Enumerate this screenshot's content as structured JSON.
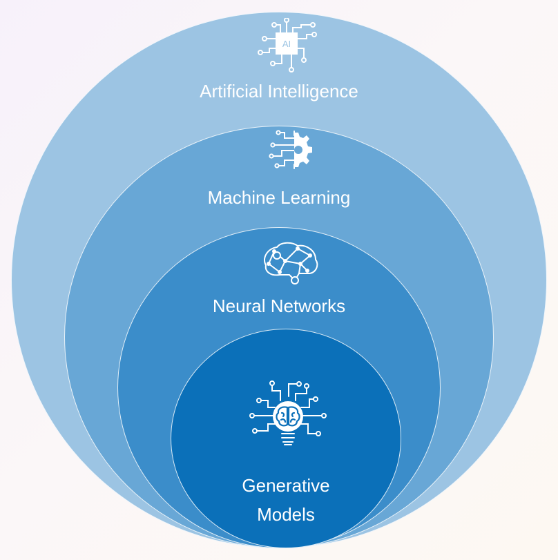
{
  "colors": {
    "layer1": "#9cc4e3",
    "layer2": "#68a7d6",
    "layer3": "#3b8dca",
    "layer4": "#0b70b9",
    "outline": "#ffffff",
    "text": "#ffffff"
  },
  "layers": [
    {
      "label": "Artificial Intelligence",
      "icon": "ai-chip-icon",
      "icon_text": "AI"
    },
    {
      "label": "Machine Learning",
      "icon": "gear-circuit-icon"
    },
    {
      "label": "Neural Networks",
      "icon": "brain-network-icon"
    },
    {
      "label_line1": "Generative",
      "label_line2": "Models",
      "icon": "brain-lightbulb-circuit-icon"
    }
  ]
}
